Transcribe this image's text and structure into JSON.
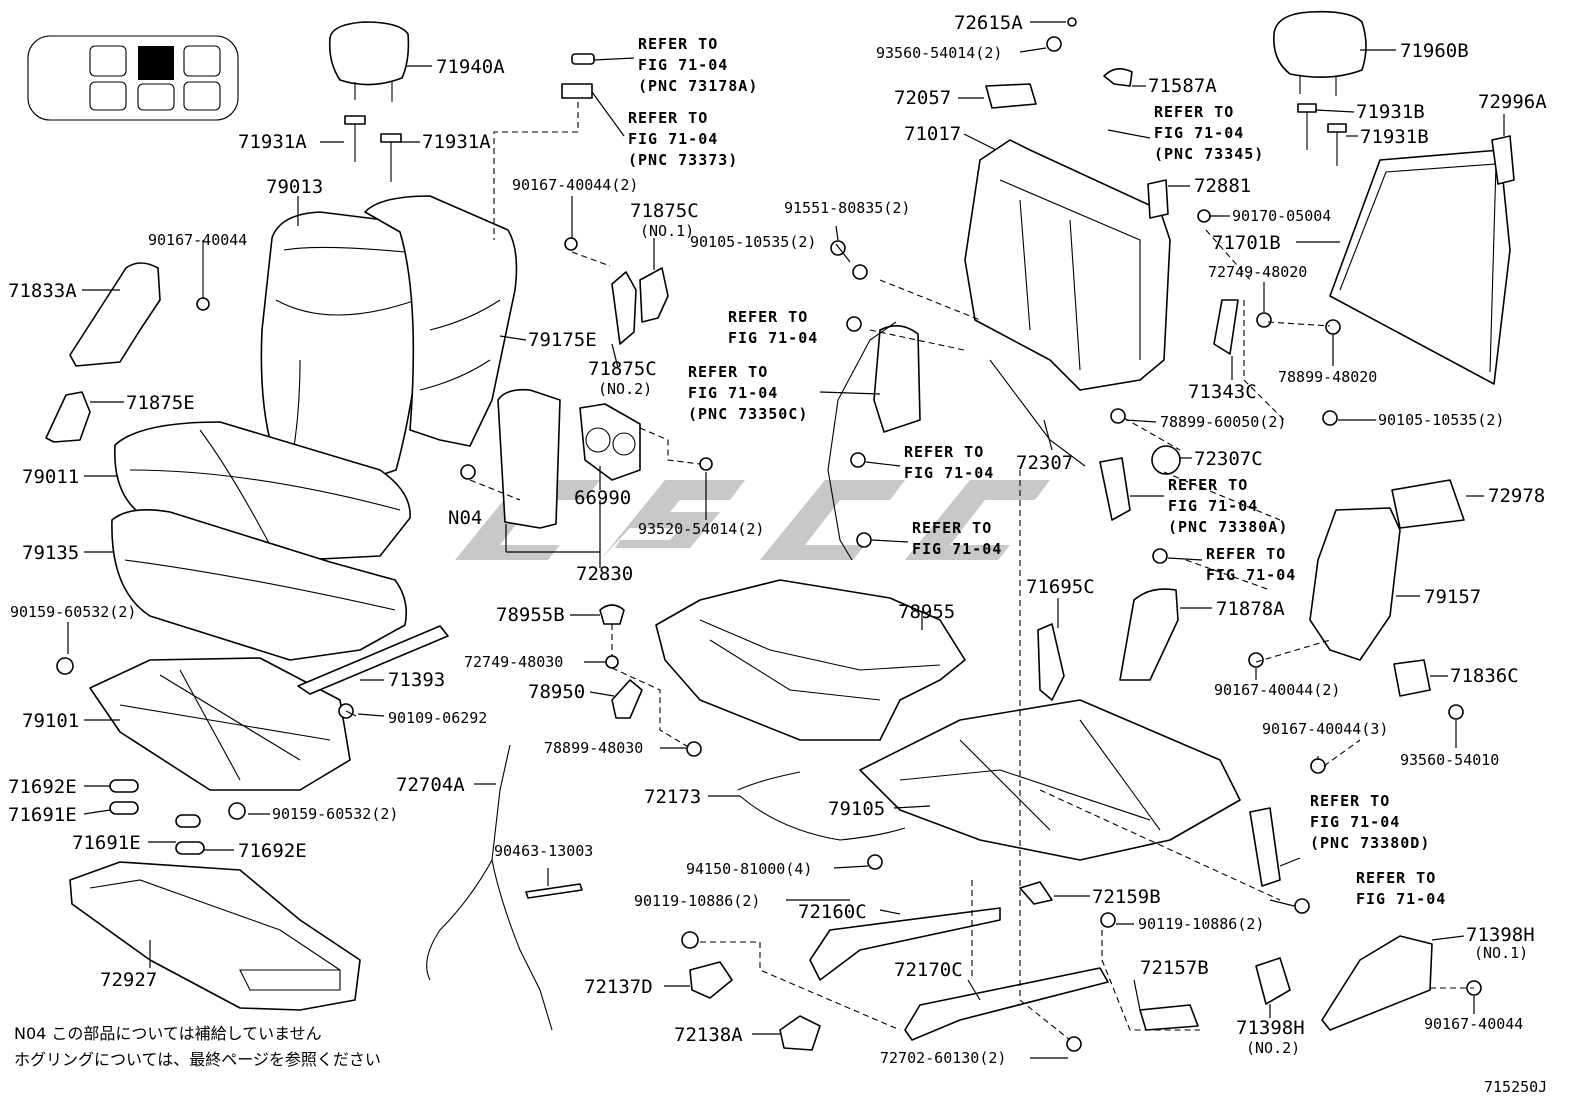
{
  "seat_map": {
    "highlight_color": "#000000"
  },
  "watermark": {
    "color": "#9a9a9a"
  },
  "labels": {
    "l71940A": "71940A",
    "l71931A_1": "71931A",
    "l71931A_2": "71931A",
    "l79013": "79013",
    "l90167_40044_a": "90167-40044",
    "l71833A": "71833A",
    "l79175E": "79175E",
    "l71875E": "71875E",
    "l79011": "79011",
    "l79135": "79135",
    "l90159_60532_a": "90159-60532(2)",
    "l71393": "71393",
    "l90109_06292": "90109-06292",
    "l79101": "79101",
    "l71692E_1": "71692E",
    "l71691E_1": "71691E",
    "l90159_60532_b": "90159-60532(2)",
    "l71691E_2": "71691E",
    "l71692E_2": "71692E",
    "l72927": "72927",
    "l90167_40044_b": "90167-40044(2)",
    "l71875C_1": "71875C",
    "l71875C_1_sub": "(NO.1)",
    "l71875C_2": "71875C",
    "l71875C_2_sub": "(NO.2)",
    "l66990": "66990",
    "lN04": "N04",
    "l93520_54014": "93520-54014(2)",
    "l72830": "72830",
    "l78955B": "78955B",
    "l72749_48030": "72749-48030",
    "l78950": "78950",
    "l78899_48030": "78899-48030",
    "l72704A": "72704A",
    "l90463_13003": "90463-13003",
    "l72615A": "72615A",
    "l93560_54014": "93560-54014(2)",
    "l72057": "72057",
    "l71587A": "71587A",
    "l71017": "71017",
    "l91551_80835": "91551-80835(2)",
    "l90105_10535_a": "90105-10535(2)",
    "l72881": "72881",
    "l90170_05004": "90170-05004",
    "l72749_48020": "72749-48020",
    "l71343C": "71343C",
    "l78899_48020": "78899-48020",
    "l78899_60050": "78899-60050(2)",
    "l90105_10535_b": "90105-10535(2)",
    "l72307": "72307",
    "l72307C": "72307C",
    "l78955": "78955",
    "l71695C": "71695C",
    "l71878A": "71878A",
    "l72173": "72173",
    "l79105": "79105",
    "l94150_81000": "94150-81000(4)",
    "l90119_10886_a": "90119-10886(2)",
    "l72160C": "72160C",
    "l72159B": "72159B",
    "l90119_10886_b": "90119-10886(2)",
    "l72170C": "72170C",
    "l72157B": "72157B",
    "l72137D": "72137D",
    "l72138A": "72138A",
    "l72702_60130": "72702-60130(2)",
    "l71960B": "71960B",
    "l71931B_1": "71931B",
    "l71931B_2": "71931B",
    "l72996A": "72996A",
    "l71701B": "71701B",
    "l90105_10535_c": "90105-10535(2)",
    "l72978": "72978",
    "l79157": "79157",
    "l90167_40044_c": "90167-40044(2)",
    "l71836C": "71836C",
    "l90167_40044_d": "90167-40044(3)",
    "l93560_54010": "93560-54010",
    "l71398H_1": "71398H",
    "l71398H_1_sub": "(NO.1)",
    "l71398H_2": "71398H",
    "l71398H_2_sub": "(NO.2)",
    "l90167_40044_e": "90167-40044"
  },
  "refs": {
    "r1": [
      "REFER TO",
      "FIG 71-04",
      "(PNC 73178A)"
    ],
    "r2": [
      "REFER TO",
      "FIG 71-04",
      "(PNC 73373)"
    ],
    "r3": [
      "REFER TO",
      "FIG 71-04",
      "(PNC 73345)"
    ],
    "r4": [
      "REFER TO",
      "FIG 71-04"
    ],
    "r5": [
      "REFER TO",
      "FIG 71-04",
      "(PNC 73350C)"
    ],
    "r6": [
      "REFER TO",
      "FIG 71-04"
    ],
    "r7": [
      "REFER TO",
      "FIG 71-04"
    ],
    "r8": [
      "REFER TO",
      "FIG 71-04",
      "(PNC 73380A)"
    ],
    "r9": [
      "REFER TO",
      "FIG 71-04"
    ],
    "r10": [
      "REFER TO",
      "FIG 71-04",
      "(PNC 73380D)"
    ],
    "r11": [
      "REFER TO",
      "FIG 71-04"
    ]
  },
  "notes": {
    "line1": "N04 この部品については補給していません",
    "line2": "ホグリングについては、最終ページを参照ください"
  },
  "figure_id": "715250J"
}
